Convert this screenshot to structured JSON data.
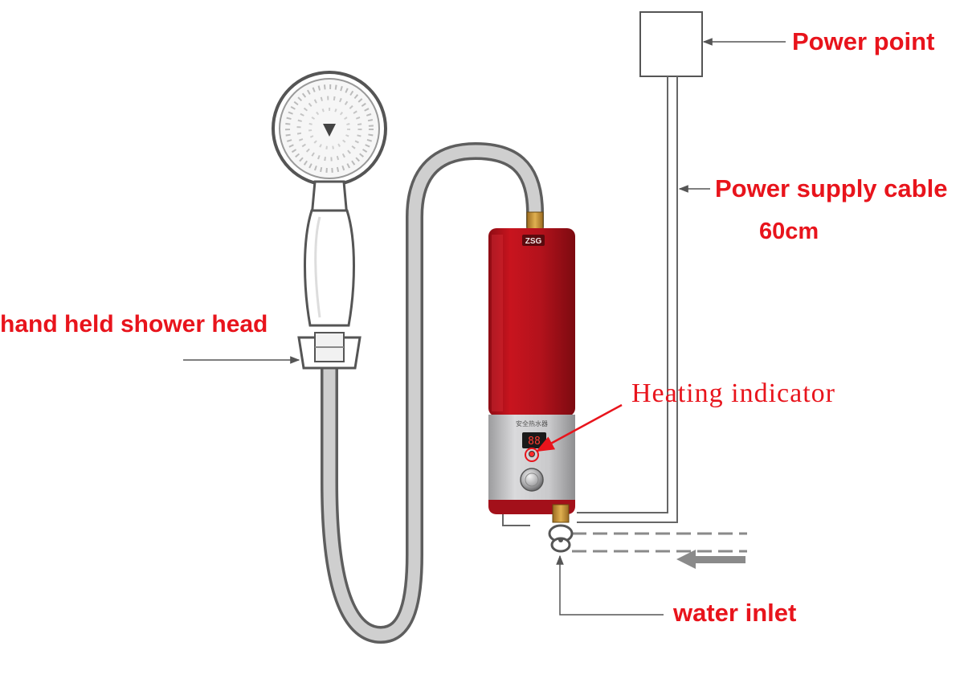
{
  "labels": {
    "power_point": "Power point",
    "power_supply_cable": "Power supply cable",
    "cable_length": "60cm",
    "shower_head": "hand held shower head",
    "heating_indicator": "Heating indicator",
    "water_inlet": "water inlet"
  },
  "device": {
    "brand_mark": "ZSG",
    "panel_text": "安全热水器",
    "display_digits": "88"
  },
  "colors": {
    "label_red": "#e8141c",
    "heater_red": "#b3121c",
    "panel_silver": "#c9c9cb",
    "line_gray": "#5a5a5a",
    "hose_gray": "#aaaaaa"
  }
}
